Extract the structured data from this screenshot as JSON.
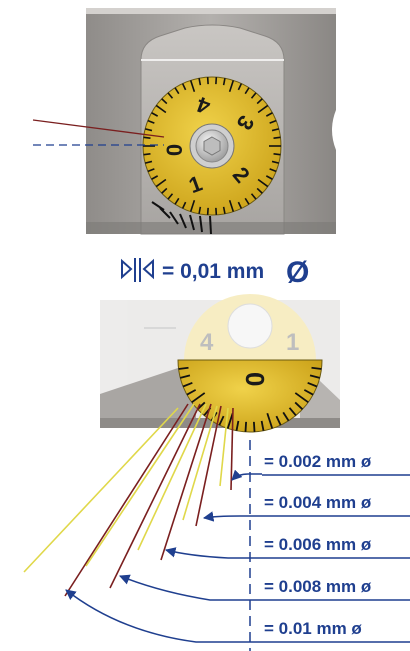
{
  "resolution_legend": {
    "text": "= 0,01 mm",
    "diameter_symbol": "Ø"
  },
  "dial": {
    "numbers": [
      "0",
      "1",
      "2",
      "3",
      "4"
    ],
    "colors": {
      "dial": "#e3c12b",
      "body": "#a9a6a3",
      "marks": "#111111"
    }
  },
  "increments": [
    {
      "label": "= 0.002 mm ø"
    },
    {
      "label": "= 0.004 mm ø"
    },
    {
      "label": "= 0.006 mm ø"
    },
    {
      "label": "= 0.008 mm ø"
    },
    {
      "label": "= 0.01   mm ø"
    }
  ],
  "colors": {
    "label_blue": "#1f3f8f",
    "line_red": "#7a1f1f",
    "line_yellow": "#e0d84a"
  }
}
